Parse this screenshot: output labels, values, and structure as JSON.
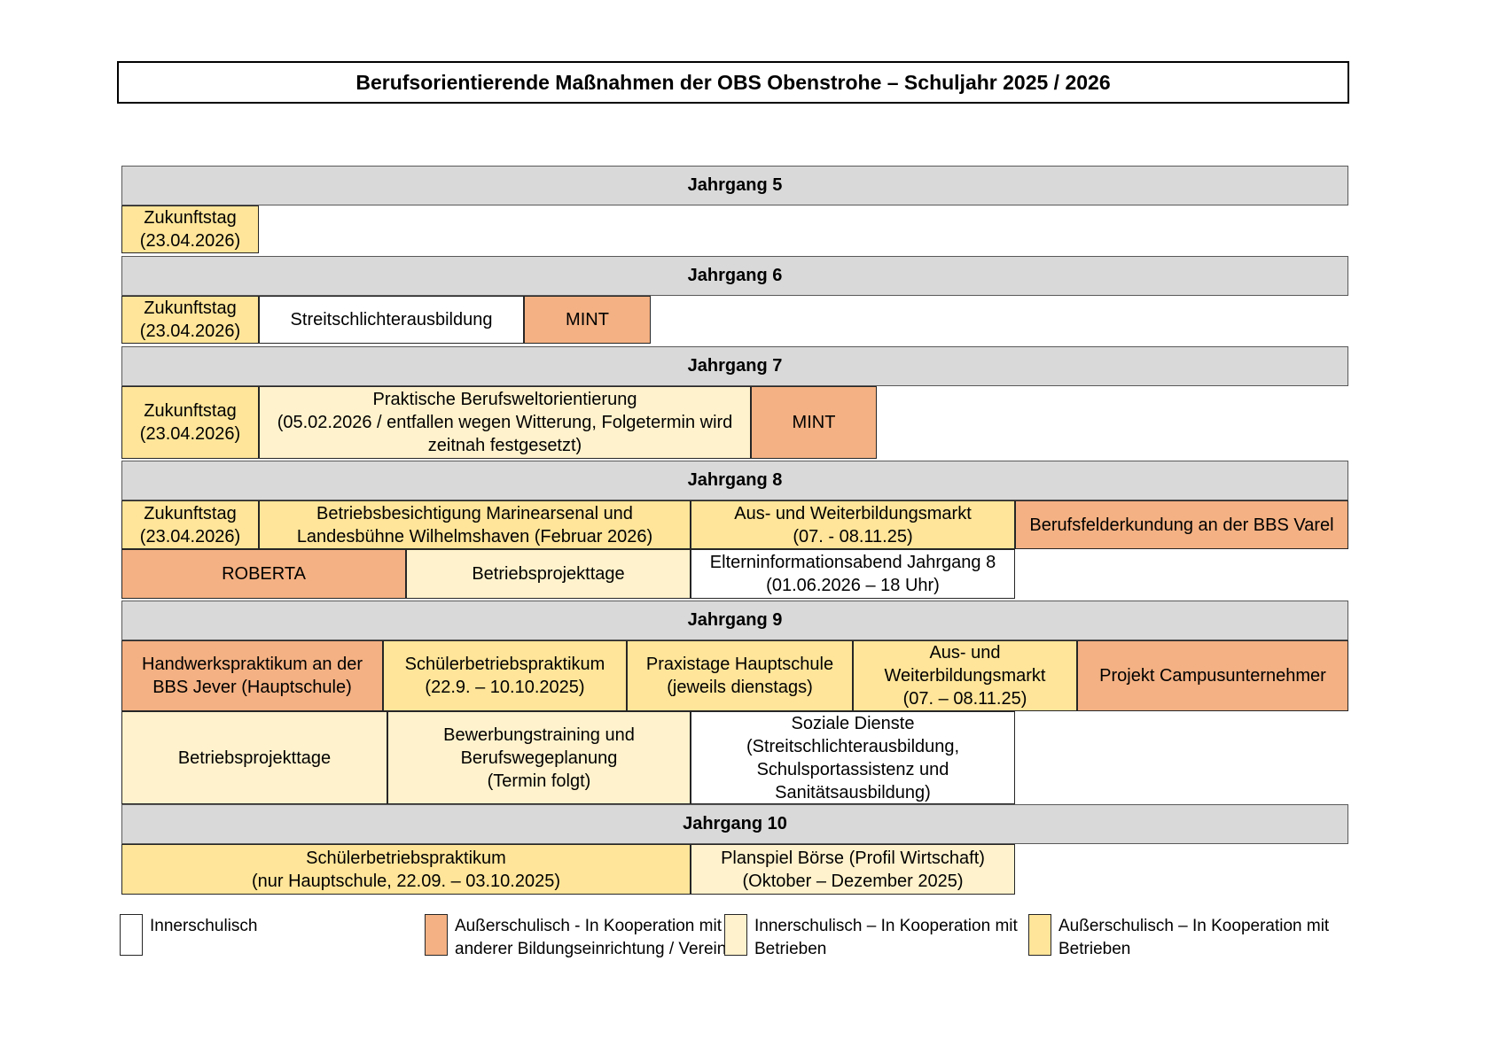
{
  "title": "Berufsorientierende Maßnahmen der OBS Obenstrohe – Schuljahr 2025 / 2026",
  "colors": {
    "header_bar_bg": "#d9d9d9",
    "innerschulisch": "#ffffff",
    "ausserschulisch_bildung": "#f4b183",
    "innerschulisch_betriebe": "#fff2cc",
    "ausserschulisch_betriebe": "#ffe599",
    "border": "#262626",
    "text": "#000000"
  },
  "sections": [
    {
      "label": "Jahrgang 5",
      "rows": [
        [
          {
            "text": "Zukunftstag\n(23.04.2026)",
            "category": "ausserschulisch_betriebe"
          }
        ]
      ]
    },
    {
      "label": "Jahrgang 6",
      "rows": [
        [
          {
            "text": "Zukunftstag\n(23.04.2026)",
            "category": "ausserschulisch_betriebe"
          },
          {
            "text": "Streitschlichterausbildung",
            "category": "innerschulisch"
          },
          {
            "text": "MINT",
            "category": "ausserschulisch_bildung"
          }
        ]
      ]
    },
    {
      "label": "Jahrgang 7",
      "rows": [
        [
          {
            "text": "Zukunftstag\n(23.04.2026)",
            "category": "ausserschulisch_betriebe"
          },
          {
            "text": "Praktische Berufsweltorientierung\n(05.02.2026 / entfallen wegen Witterung, Folgetermin wird\nzeitnah festgesetzt)",
            "category": "innerschulisch_betriebe"
          },
          {
            "text": "MINT",
            "category": "ausserschulisch_bildung"
          }
        ]
      ]
    },
    {
      "label": "Jahrgang 8",
      "rows": [
        [
          {
            "text": "Zukunftstag\n(23.04.2026)",
            "category": "ausserschulisch_betriebe"
          },
          {
            "text": "Betriebsbesichtigung Marinearsenal und\nLandesbühne Wilhelmshaven (Februar 2026)",
            "category": "ausserschulisch_betriebe"
          },
          {
            "text": "Aus- und Weiterbildungsmarkt\n(07. - 08.11.25)",
            "category": "ausserschulisch_betriebe"
          },
          {
            "text": "Berufsfelderkundung an der BBS Varel",
            "category": "ausserschulisch_bildung"
          }
        ],
        [
          {
            "text": "ROBERTA",
            "category": "ausserschulisch_bildung"
          },
          {
            "text": "Betriebsprojekttage",
            "category": "innerschulisch_betriebe"
          },
          {
            "text": "Elterninformationsabend Jahrgang 8\n(01.06.2026 – 18 Uhr)",
            "category": "innerschulisch"
          }
        ]
      ]
    },
    {
      "label": "Jahrgang 9",
      "rows": [
        [
          {
            "text": "Handwerkspraktikum an der\nBBS Jever (Hauptschule)",
            "category": "ausserschulisch_bildung"
          },
          {
            "text": "Schülerbetriebspraktikum\n(22.9. – 10.10.2025)",
            "category": "ausserschulisch_betriebe"
          },
          {
            "text": "Praxistage Hauptschule\n(jeweils dienstags)",
            "category": "ausserschulisch_betriebe"
          },
          {
            "text": "Aus- und\nWeiterbildungsmarkt\n(07. – 08.11.25)",
            "category": "ausserschulisch_betriebe"
          },
          {
            "text": "Projekt Campusunternehmer",
            "category": "ausserschulisch_bildung"
          }
        ],
        [
          {
            "text": "Betriebsprojekttage",
            "category": "innerschulisch_betriebe"
          },
          {
            "text": "Bewerbungstraining und\nBerufswegeplanung\n(Termin folgt)",
            "category": "innerschulisch_betriebe"
          },
          {
            "text": "Soziale Dienste\n(Streitschlichterausbildung,\nSchulsportassistenz und\nSanitätsausbildung)",
            "category": "innerschulisch"
          }
        ]
      ]
    },
    {
      "label": "Jahrgang 10",
      "rows": [
        [
          {
            "text": "Schülerbetriebspraktikum\n(nur Hauptschule, 22.09. – 03.10.2025)",
            "category": "ausserschulisch_betriebe"
          },
          {
            "text": "Planspiel Börse (Profil Wirtschaft)\n(Oktober – Dezember 2025)",
            "category": "innerschulisch_betriebe"
          }
        ]
      ]
    }
  ],
  "legend": {
    "items": [
      {
        "label": "Innerschulisch",
        "category": "innerschulisch"
      },
      {
        "label": "Außerschulisch - In Kooperation mit\nanderer Bildungseinrichtung / Verein",
        "category": "ausserschulisch_bildung"
      },
      {
        "label": "Innerschulisch – In Kooperation mit\nBetrieben",
        "category": "innerschulisch_betriebe"
      },
      {
        "label": "Außerschulisch – In Kooperation mit\nBetrieben",
        "category": "ausserschulisch_betriebe"
      }
    ]
  }
}
